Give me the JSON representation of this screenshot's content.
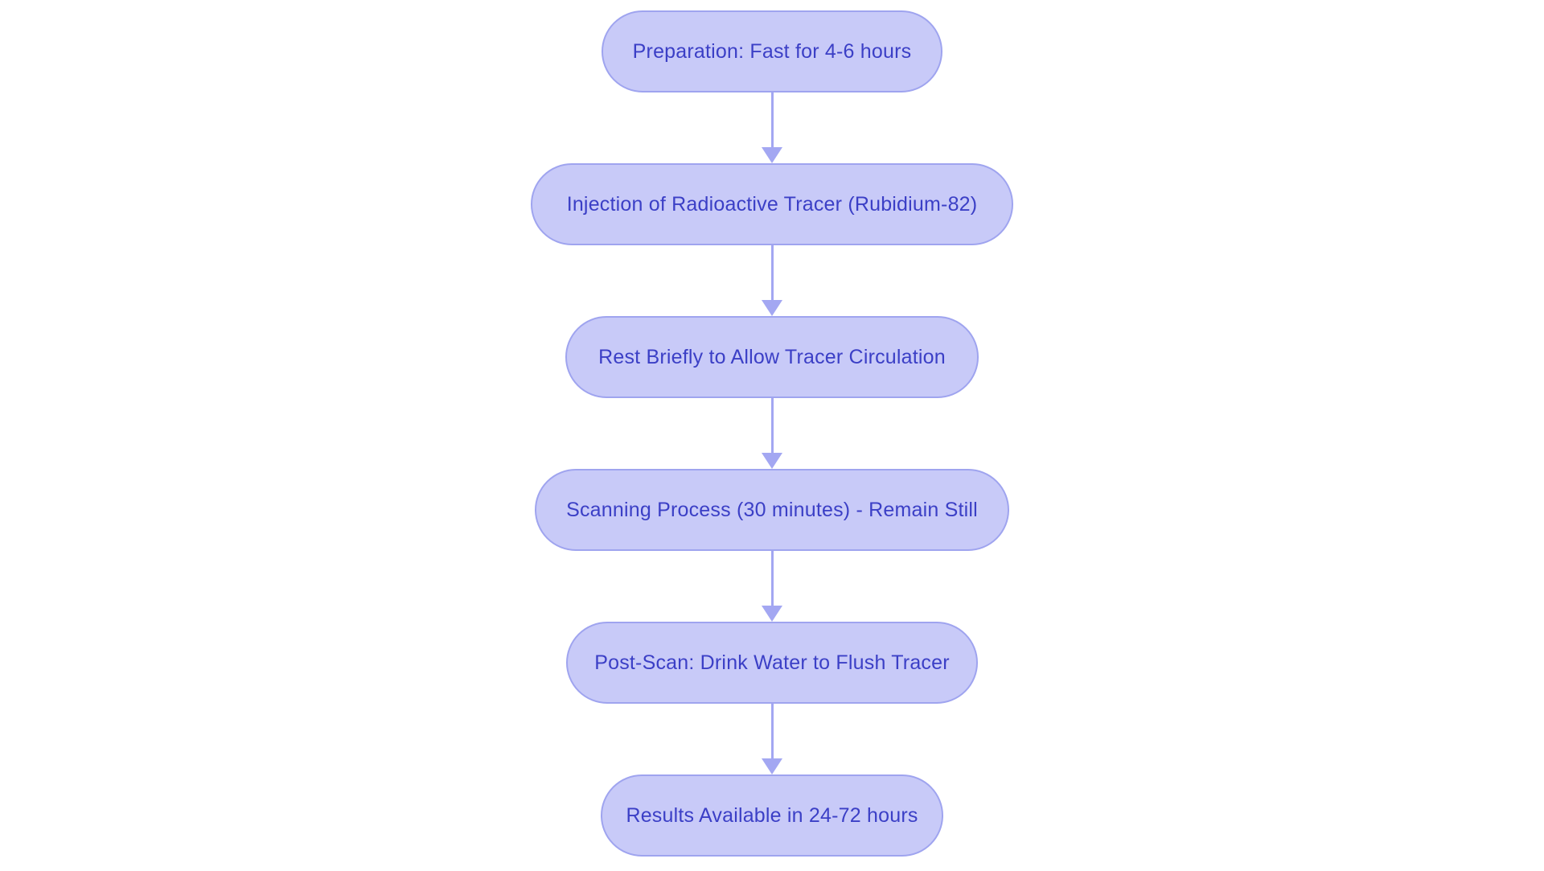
{
  "flowchart": {
    "type": "flowchart",
    "direction": "top-down",
    "steps": [
      {
        "id": "preparation",
        "label": "Preparation: Fast for 4-6 hours"
      },
      {
        "id": "injection",
        "label": "Injection of Radioactive Tracer (Rubidium-82)"
      },
      {
        "id": "rest",
        "label": "Rest Briefly to Allow Tracer Circulation"
      },
      {
        "id": "scanning",
        "label": "Scanning Process (30 minutes) - Remain Still"
      },
      {
        "id": "post-scan",
        "label": "Post-Scan: Drink Water to Flush Tracer"
      },
      {
        "id": "results",
        "label": "Results Available in 24-72 hours"
      }
    ],
    "connections": [
      {
        "from": "preparation",
        "to": "injection"
      },
      {
        "from": "injection",
        "to": "rest"
      },
      {
        "from": "rest",
        "to": "scanning"
      },
      {
        "from": "scanning",
        "to": "post-scan"
      },
      {
        "from": "post-scan",
        "to": "results"
      }
    ]
  },
  "colors": {
    "background": "#ffffff",
    "node_fill": "#c8caf8",
    "node_border": "#9fa4ef",
    "node_text": "#3b3fc6",
    "arrow": "#a3a7f2"
  }
}
